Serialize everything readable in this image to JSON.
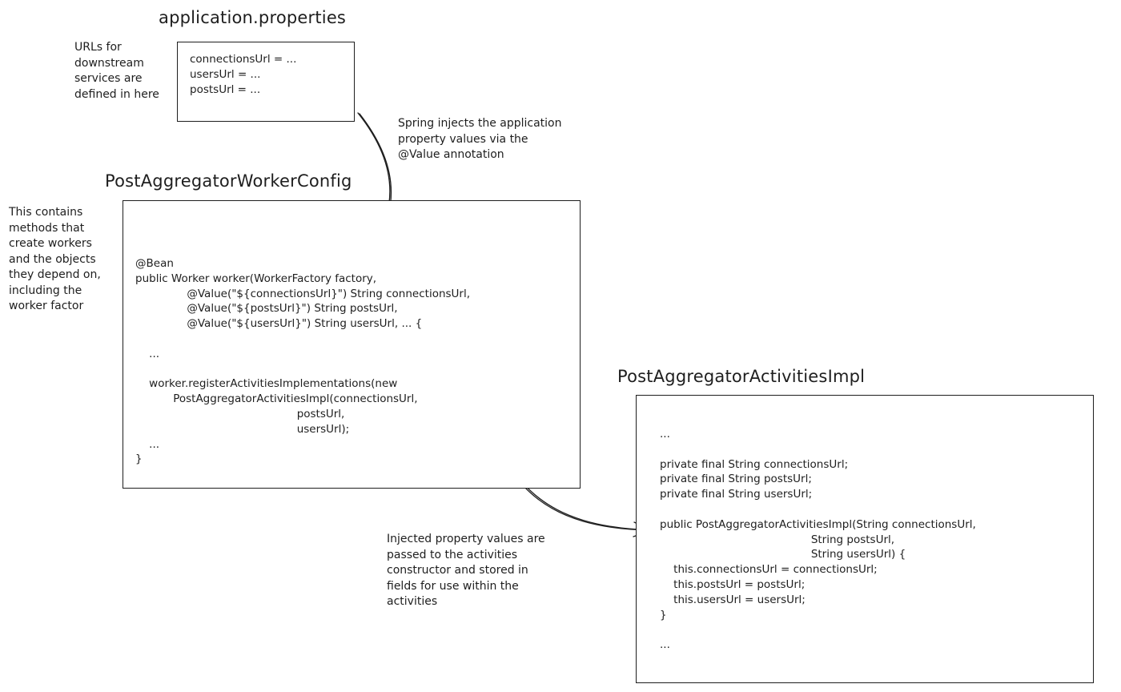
{
  "titles": {
    "properties": "application.properties",
    "config": "PostAggregatorWorkerConfig",
    "impl": "PostAggregatorActivitiesImpl"
  },
  "notes": {
    "properties_note": "URLs for\ndownstream\nservices are\ndefined in here",
    "config_note": "This contains\nmethods that\ncreate workers\nand the objects\nthey depend on,\nincluding the\nworker factor",
    "inject_note": "Spring injects the application\nproperty values via the\n@Value annotation",
    "pass_note": "Injected property values are\npassed to the activities\nconstructor and stored in\nfields for use within the\nactivities"
  },
  "code": {
    "properties": "connectionsUrl = ...\nusersUrl = ...\npostsUrl = ...",
    "config": "@Bean\npublic Worker worker(WorkerFactory factory,\n               @Value(\"${connectionsUrl}\") String connectionsUrl,\n               @Value(\"${postsUrl}\") String postsUrl,\n               @Value(\"${usersUrl}\") String usersUrl, ... {\n\n    ...\n\n    worker.registerActivitiesImplementations(new\n           PostAggregatorActivitiesImpl(connectionsUrl,\n                                               postsUrl,\n                                               usersUrl);\n    ...\n}",
    "impl": "...\n\nprivate final String connectionsUrl;\nprivate final String postsUrl;\nprivate final String usersUrl;\n\npublic PostAggregatorActivitiesImpl(String connectionsUrl,\n                                            String postsUrl,\n                                            String usersUrl) {\n    this.connectionsUrl = connectionsUrl;\n    this.postsUrl = postsUrl;\n    this.usersUrl = usersUrl;\n}\n\n..."
  },
  "colors": {
    "stroke": "#1e1e1e",
    "background": "#ffffff"
  }
}
